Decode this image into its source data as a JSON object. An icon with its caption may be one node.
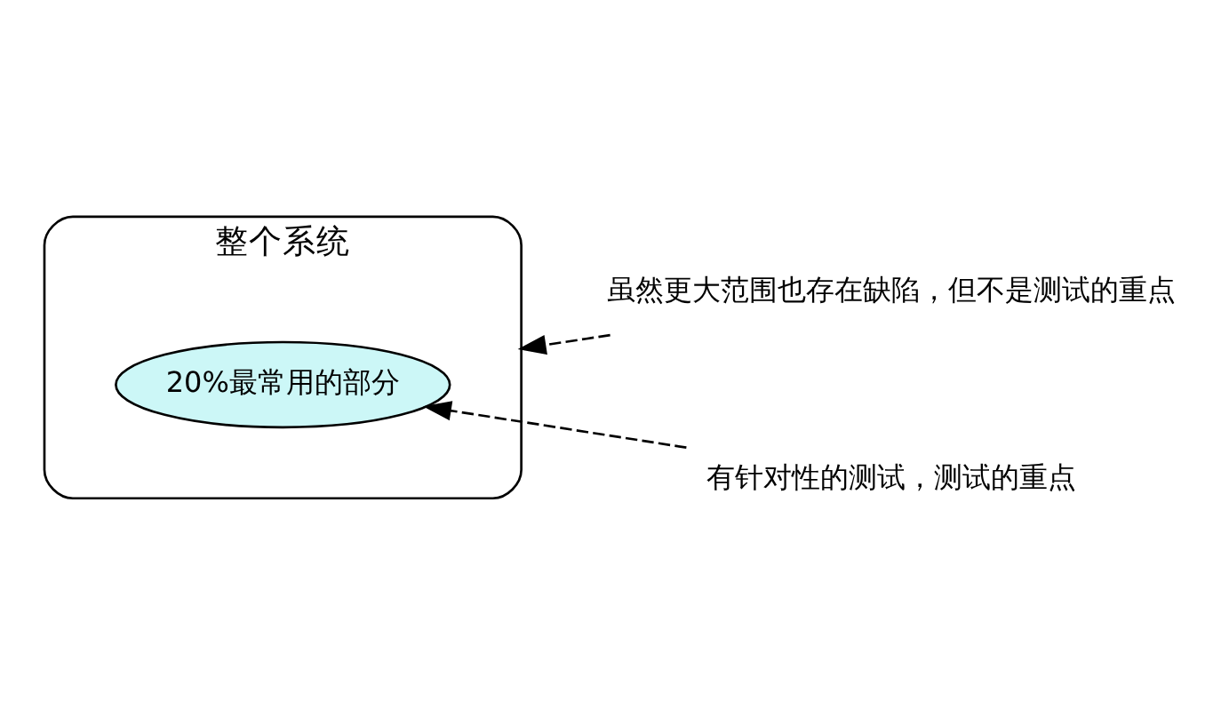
{
  "diagram": {
    "nodes": [
      {
        "text": [
          "整个系统"
        ]
      },
      {
        "text": [
          "20%最常用的部分"
        ],
        "in": 0
      },
      {
        "text": [
          "虽然更大范围也存在缺陷，但不是测试的重点"
        ]
      },
      {
        "text": [
          "有针对性的测试，测试的重点"
        ]
      }
    ],
    "edges": [
      {
        "from": 2,
        "to": 0,
        "arrow": "to",
        "style": "dashed"
      },
      {
        "from": 3,
        "to": 1,
        "arrow": "to",
        "style": "dashed"
      }
    ]
  }
}
